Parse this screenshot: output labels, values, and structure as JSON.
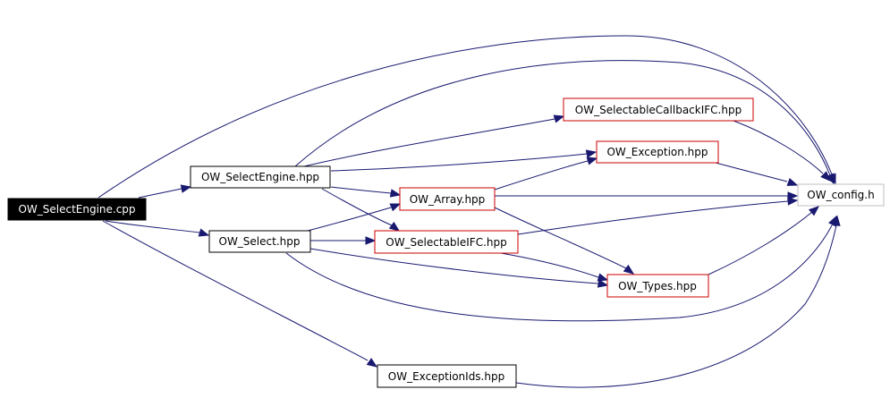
{
  "colors": {
    "edge": "#191970",
    "root_fill": "#000000",
    "root_text": "#ffffff",
    "red_border": "#cc0000",
    "black_border": "#000000",
    "gray_border": "#bfbfbf"
  },
  "nodes": {
    "root": {
      "label": "OW_SelectEngine.cpp",
      "style": "root"
    },
    "select_engine_hpp": {
      "label": "OW_SelectEngine.hpp",
      "style": "black"
    },
    "select_hpp": {
      "label": "OW_Select.hpp",
      "style": "black"
    },
    "exception_ids_hpp": {
      "label": "OW_ExceptionIds.hpp",
      "style": "black"
    },
    "selectable_callback_ifc_hpp": {
      "label": "OW_SelectableCallbackIFC.hpp",
      "style": "red"
    },
    "exception_hpp": {
      "label": "OW_Exception.hpp",
      "style": "red"
    },
    "array_hpp": {
      "label": "OW_Array.hpp",
      "style": "red"
    },
    "selectable_ifc_hpp": {
      "label": "OW_SelectableIFC.hpp",
      "style": "red"
    },
    "types_hpp": {
      "label": "OW_Types.hpp",
      "style": "red"
    },
    "config_h": {
      "label": "OW_config.h",
      "style": "gray"
    }
  },
  "edges": [
    {
      "from": "root",
      "to": "select_engine_hpp"
    },
    {
      "from": "root",
      "to": "select_hpp"
    },
    {
      "from": "root",
      "to": "exception_ids_hpp"
    },
    {
      "from": "root",
      "to": "config_h"
    },
    {
      "from": "select_engine_hpp",
      "to": "selectable_callback_ifc_hpp"
    },
    {
      "from": "select_engine_hpp",
      "to": "exception_hpp"
    },
    {
      "from": "select_engine_hpp",
      "to": "array_hpp"
    },
    {
      "from": "select_engine_hpp",
      "to": "selectable_ifc_hpp"
    },
    {
      "from": "select_engine_hpp",
      "to": "config_h"
    },
    {
      "from": "select_hpp",
      "to": "array_hpp"
    },
    {
      "from": "select_hpp",
      "to": "selectable_ifc_hpp"
    },
    {
      "from": "select_hpp",
      "to": "types_hpp"
    },
    {
      "from": "select_hpp",
      "to": "config_h"
    },
    {
      "from": "selectable_callback_ifc_hpp",
      "to": "config_h"
    },
    {
      "from": "exception_hpp",
      "to": "config_h"
    },
    {
      "from": "array_hpp",
      "to": "exception_hpp"
    },
    {
      "from": "array_hpp",
      "to": "config_h"
    },
    {
      "from": "array_hpp",
      "to": "types_hpp"
    },
    {
      "from": "selectable_ifc_hpp",
      "to": "config_h"
    },
    {
      "from": "selectable_ifc_hpp",
      "to": "types_hpp"
    },
    {
      "from": "types_hpp",
      "to": "config_h"
    },
    {
      "from": "exception_ids_hpp",
      "to": "config_h"
    }
  ]
}
